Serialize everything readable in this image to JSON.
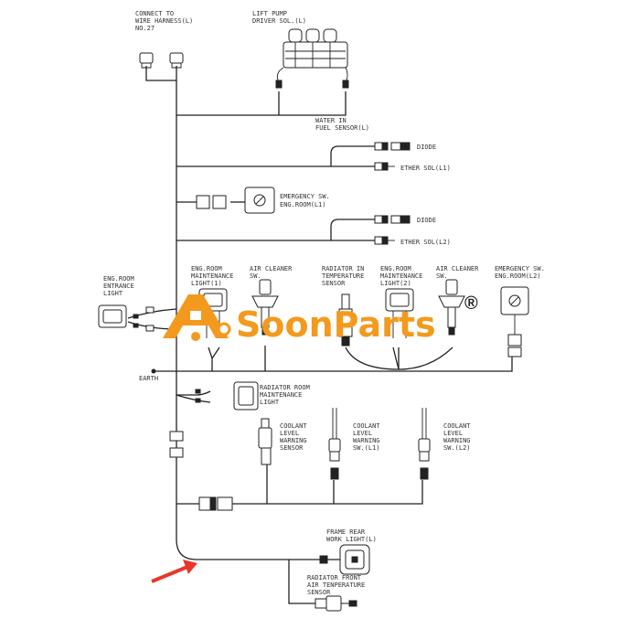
{
  "diagram": {
    "labels": {
      "connect_harness": [
        "CONNECT TO",
        "WIRE HARNESS(L)",
        "NO.27"
      ],
      "lift_pump": [
        "LIFT PUMP",
        "DRIVER SOL.(L)"
      ],
      "water_fuel": [
        "WATER IN",
        "FUEL SENSOR(L)"
      ],
      "diode_1": "DIODE",
      "ether_l1": "ETHER SOL(L1)",
      "emergency_l1": [
        "EMERGENCY SW.",
        "ENG.ROOM(L1)"
      ],
      "diode_2": "DIODE",
      "ether_l2": "ETHER SOL(L2)",
      "eng_room_entrance": [
        "ENG.ROOM",
        "ENTRANCE",
        "LIGHT"
      ],
      "eng_room_maint_1": [
        "ENG.ROOM",
        "MAINTENANCE",
        "LIGHT(1)"
      ],
      "air_cleaner_1": [
        "AIR CLEANER",
        "SW."
      ],
      "radiator_in_temp": [
        "RADIATOR IN",
        "TEMPERATURE",
        "SENSOR"
      ],
      "eng_room_maint_2": [
        "ENG.ROOM",
        "MAINTENANCE",
        "LIGHT(2)"
      ],
      "air_cleaner_2": [
        "AIR CLEANER",
        "SW."
      ],
      "emergency_l2": [
        "EMERGENCY SW.",
        "ENG.ROOM(L2)"
      ],
      "earth": "EARTH",
      "radiator_room_light": [
        "RADIATOR ROOM",
        "MAINTENANCE",
        "LIGHT"
      ],
      "coolant_sensor": [
        "COOLANT",
        "LEVEL",
        "WARNING",
        "SENSOR"
      ],
      "coolant_sw_l1": [
        "COOLANT",
        "LEVEL",
        "WARNING",
        "SW.(L1)"
      ],
      "coolant_sw_l2": [
        "COOLANT",
        "LEVEL",
        "WARNING",
        "SW.(L2)"
      ],
      "frame_rear_light": [
        "FRAME REAR",
        "WORK LIGHT(L)"
      ],
      "radiator_front_sensor": [
        "RADIATOR FRONT",
        "AIR TENPERATURE",
        "SENSOR"
      ]
    },
    "watermark": {
      "brand": "SoonParts",
      "registered": "®",
      "color": "#f39a1e"
    },
    "arrow_color": "#e8372a"
  }
}
